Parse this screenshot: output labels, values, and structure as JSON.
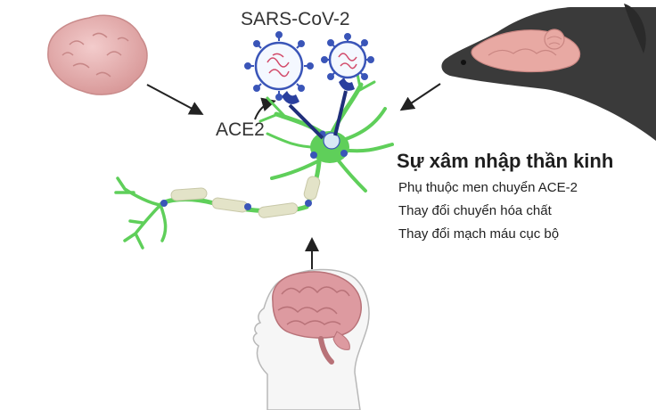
{
  "diagram": {
    "virus_label": "SARS-CoV-2",
    "receptor_label": "ACE2",
    "heading": "Sự xâm nhập thần kinh",
    "points": [
      "Phụ thuộc men chuyển ACE-2",
      "Thay đổi chuyển hóa chất",
      "Thay đổi mạch máu cục bộ"
    ]
  },
  "colors": {
    "neuron": "#5fcf5a",
    "virus_spike": "#3a55b8",
    "myelin": "#e3e3c8",
    "brain": "#e2a3a7",
    "organoid": "#e7b6b6"
  },
  "icons": [
    "organoid-icon",
    "mouse-head-icon",
    "human-head-icon",
    "neuron-icon",
    "virus-icon",
    "arrow-icon"
  ]
}
